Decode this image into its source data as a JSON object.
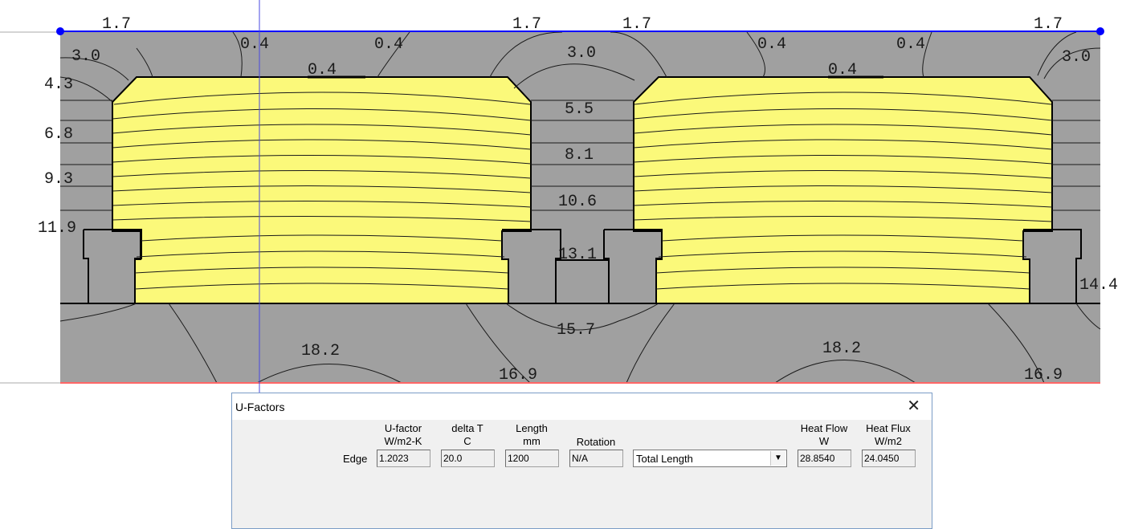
{
  "isotherm_labels": [
    {
      "text": "1.7"
    },
    {
      "text": "1.7"
    },
    {
      "text": "1.7"
    },
    {
      "text": "1.7"
    },
    {
      "text": "0.4"
    },
    {
      "text": "0.4"
    },
    {
      "text": "0.4"
    },
    {
      "text": "0.4"
    },
    {
      "text": "0.4"
    },
    {
      "text": "0.4"
    },
    {
      "text": "3.0"
    },
    {
      "text": "3.0"
    },
    {
      "text": "3.0"
    },
    {
      "text": "4.3"
    },
    {
      "text": "6.8"
    },
    {
      "text": "9.3"
    },
    {
      "text": "11.9"
    },
    {
      "text": "5.5"
    },
    {
      "text": "8.1"
    },
    {
      "text": "10.6"
    },
    {
      "text": "13.1"
    },
    {
      "text": "14.4"
    },
    {
      "text": "15.7"
    },
    {
      "text": "18.2"
    },
    {
      "text": "18.2"
    },
    {
      "text": "16.9"
    },
    {
      "text": "16.9"
    }
  ],
  "colors": {
    "frame_gray": "#a0a0a0",
    "glazing_yellow": "#fbf97a",
    "boundary_blue": "#0000ff",
    "boundary_red": "#ff6666",
    "cursor_line": "#4848e0"
  },
  "dialog": {
    "title": "U-Factors",
    "close_icon": "close-icon",
    "columns": {
      "ufactor": "U-factor\nW/m2-K",
      "deltat": "delta T\nC",
      "length": "Length\nmm",
      "rotation": "Rotation",
      "heatflow": "Heat Flow\nW",
      "heatflux": "Heat Flux\nW/m2"
    },
    "row": {
      "label": "Edge",
      "ufactor": "1.2023",
      "deltat": "20.0",
      "length": "1200",
      "rotation": "N/A",
      "length_basis": "Total Length",
      "heatflow": "28.8540",
      "heatflux": "24.0450"
    }
  }
}
